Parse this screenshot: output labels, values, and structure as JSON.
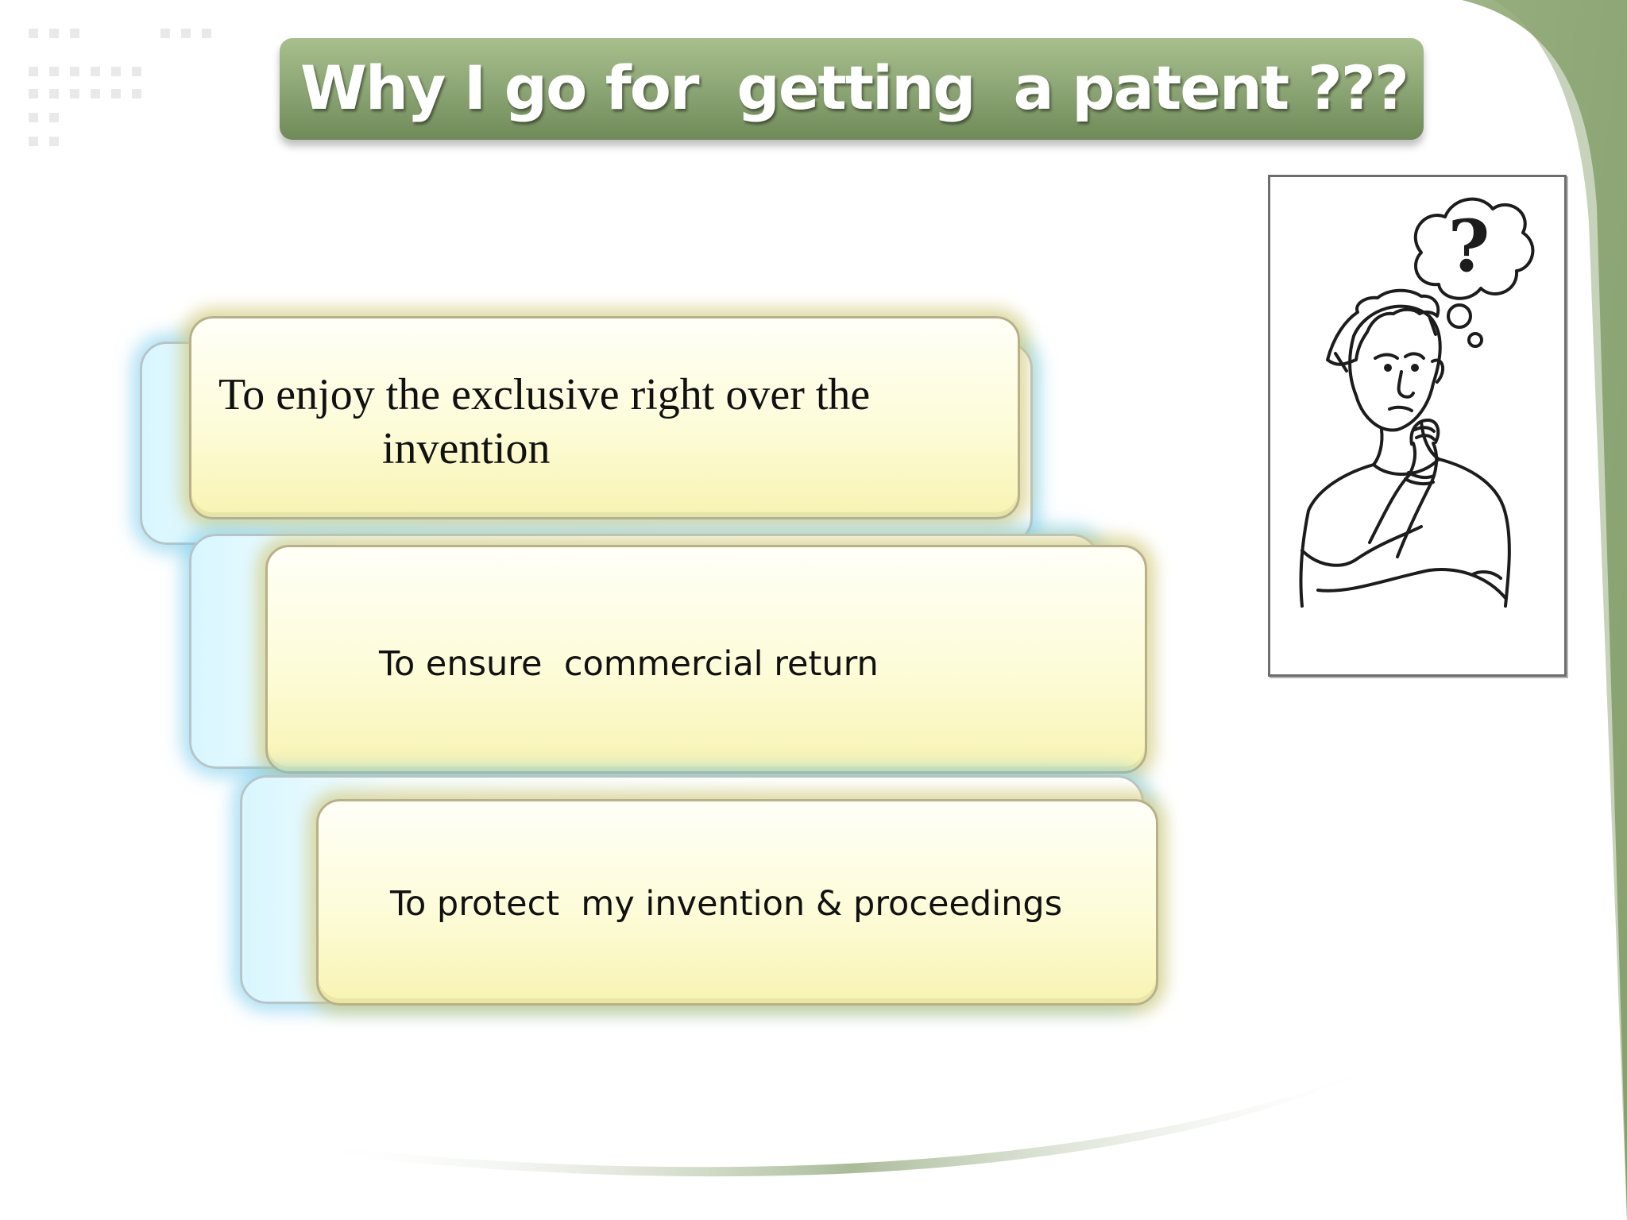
{
  "slide": {
    "title": "Why I go for  getting  a patent ???",
    "thinker_image": "thinking-man-question-icon",
    "thinker_bubble_text": "?",
    "reasons": [
      {
        "line1": "To enjoy the exclusive right over the",
        "line2": "invention"
      },
      {
        "text": "To ensure  commercial return"
      },
      {
        "text": "To protect  my invention & proceedings"
      }
    ],
    "colors": {
      "title_bar": "#8fa877",
      "card_fill": "#fdfcd8",
      "card_glow_blue": "#6ec8eb",
      "card_glow_yellow": "#cec46e"
    }
  }
}
